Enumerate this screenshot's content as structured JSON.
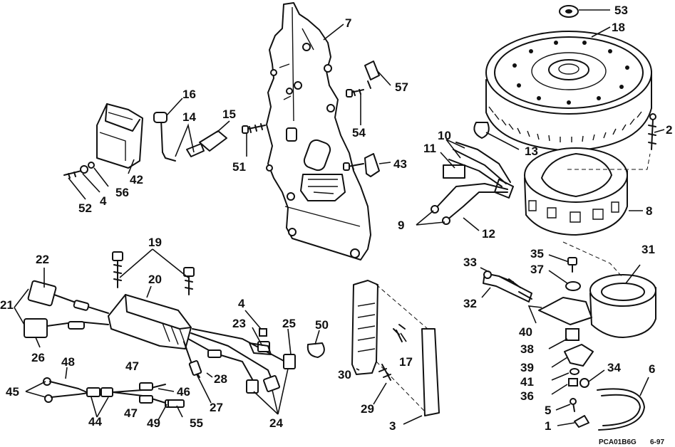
{
  "callouts": [
    "53",
    "18",
    "7",
    "57",
    "16",
    "14",
    "15",
    "2",
    "54",
    "13",
    "10",
    "11",
    "42",
    "51",
    "43",
    "56",
    "52",
    "4",
    "9",
    "12",
    "8",
    "19",
    "22",
    "20",
    "35",
    "33",
    "31",
    "37",
    "21",
    "32",
    "4",
    "25",
    "23",
    "40",
    "50",
    "38",
    "26",
    "48",
    "47",
    "17",
    "30",
    "39",
    "34",
    "41",
    "6",
    "45",
    "46",
    "36",
    "28",
    "27",
    "29",
    "44",
    "47",
    "49",
    "55",
    "24",
    "5",
    "3",
    "1"
  ],
  "footer": {
    "code": "PCA01B6G",
    "date": "6-97"
  }
}
